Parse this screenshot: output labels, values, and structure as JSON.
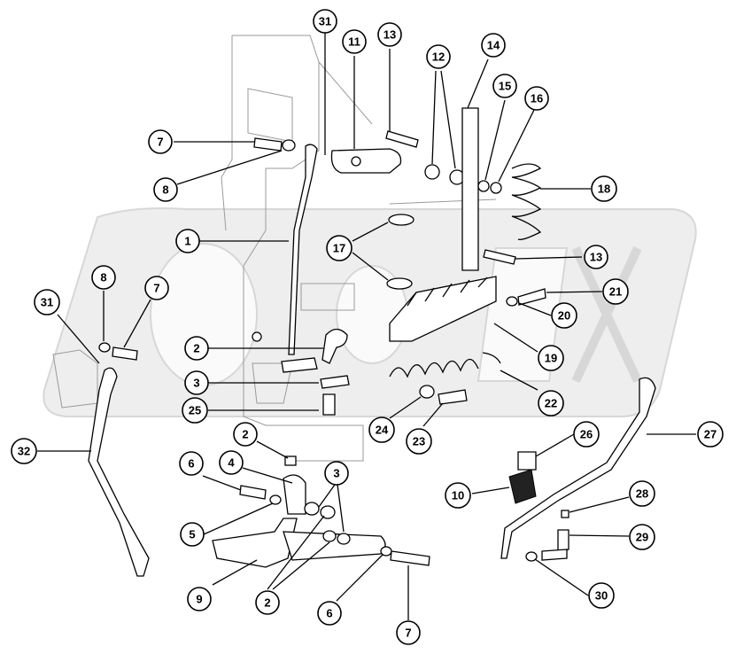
{
  "callouts": [
    {
      "id": "c1",
      "label": "1"
    },
    {
      "id": "c2a",
      "label": "2"
    },
    {
      "id": "c2b",
      "label": "2"
    },
    {
      "id": "c2c",
      "label": "2"
    },
    {
      "id": "c3a",
      "label": "3"
    },
    {
      "id": "c3b",
      "label": "3"
    },
    {
      "id": "c4",
      "label": "4"
    },
    {
      "id": "c5",
      "label": "5"
    },
    {
      "id": "c6a",
      "label": "6"
    },
    {
      "id": "c6b",
      "label": "6"
    },
    {
      "id": "c7a",
      "label": "7"
    },
    {
      "id": "c7b",
      "label": "7"
    },
    {
      "id": "c7c",
      "label": "7"
    },
    {
      "id": "c8a",
      "label": "8"
    },
    {
      "id": "c8b",
      "label": "8"
    },
    {
      "id": "c9",
      "label": "9"
    },
    {
      "id": "c10",
      "label": "10"
    },
    {
      "id": "c11",
      "label": "11"
    },
    {
      "id": "c12",
      "label": "12"
    },
    {
      "id": "c13a",
      "label": "13"
    },
    {
      "id": "c13b",
      "label": "13"
    },
    {
      "id": "c14",
      "label": "14"
    },
    {
      "id": "c15",
      "label": "15"
    },
    {
      "id": "c16",
      "label": "16"
    },
    {
      "id": "c17",
      "label": "17"
    },
    {
      "id": "c18",
      "label": "18"
    },
    {
      "id": "c19",
      "label": "19"
    },
    {
      "id": "c20",
      "label": "20"
    },
    {
      "id": "c21",
      "label": "21"
    },
    {
      "id": "c22",
      "label": "22"
    },
    {
      "id": "c23",
      "label": "23"
    },
    {
      "id": "c24",
      "label": "24"
    },
    {
      "id": "c25",
      "label": "25"
    },
    {
      "id": "c26",
      "label": "26"
    },
    {
      "id": "c27",
      "label": "27"
    },
    {
      "id": "c28",
      "label": "28"
    },
    {
      "id": "c29",
      "label": "29"
    },
    {
      "id": "c30",
      "label": "30"
    },
    {
      "id": "c31a",
      "label": "31"
    },
    {
      "id": "c31b",
      "label": "31"
    },
    {
      "id": "c32",
      "label": "32"
    }
  ],
  "watermark": {
    "text": "OPEX"
  },
  "colors": {
    "ink": "#000000",
    "watermark": "#eeeeee",
    "background": "#ffffff"
  }
}
